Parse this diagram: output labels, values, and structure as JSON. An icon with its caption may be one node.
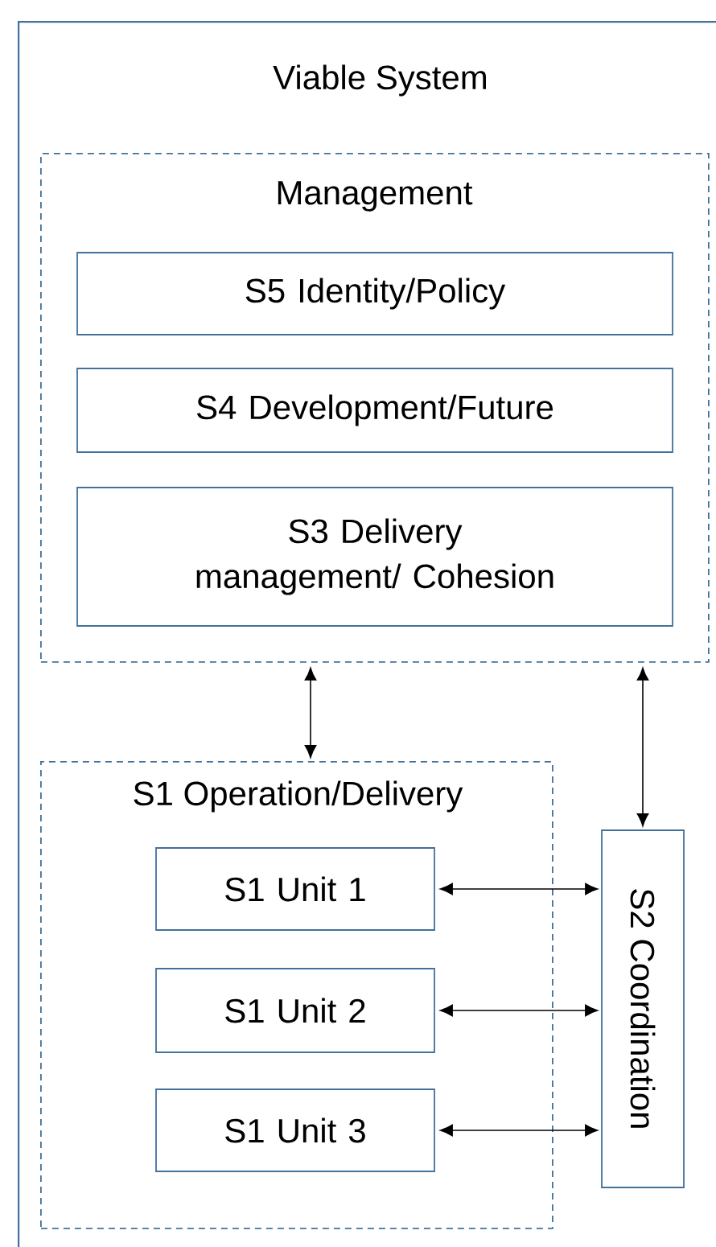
{
  "diagram": {
    "nodes": [
      {
        "text": [
          "Viable System"
        ]
      },
      {
        "text": [
          "Management"
        ],
        "in": 0
      },
      {
        "text": [
          "S5 Identity/Policy"
        ],
        "in": 1
      },
      {
        "text": [
          "S4 Development/Future"
        ],
        "in": 1
      },
      {
        "text": [
          "S3 Delivery management/ Cohesion"
        ],
        "in": 1
      },
      {
        "text": [
          "S1 Operation/Delivery"
        ],
        "in": 0
      },
      {
        "text": [
          "S1 Unit 1"
        ],
        "in": 5
      },
      {
        "text": [
          "S1 Unit 2"
        ],
        "in": 5
      },
      {
        "text": [
          "S1 Unit 3"
        ],
        "in": 5
      },
      {
        "text": [
          "S2 Coordination"
        ],
        "in": 0
      }
    ],
    "edges": [
      {
        "from": 1,
        "to": 5,
        "arrow": "both"
      },
      {
        "from": 1,
        "to": 9,
        "arrow": "both"
      },
      {
        "from": 6,
        "to": 9,
        "arrow": "both"
      },
      {
        "from": 7,
        "to": 9,
        "arrow": "both"
      },
      {
        "from": 8,
        "to": 9,
        "arrow": "both"
      }
    ]
  }
}
